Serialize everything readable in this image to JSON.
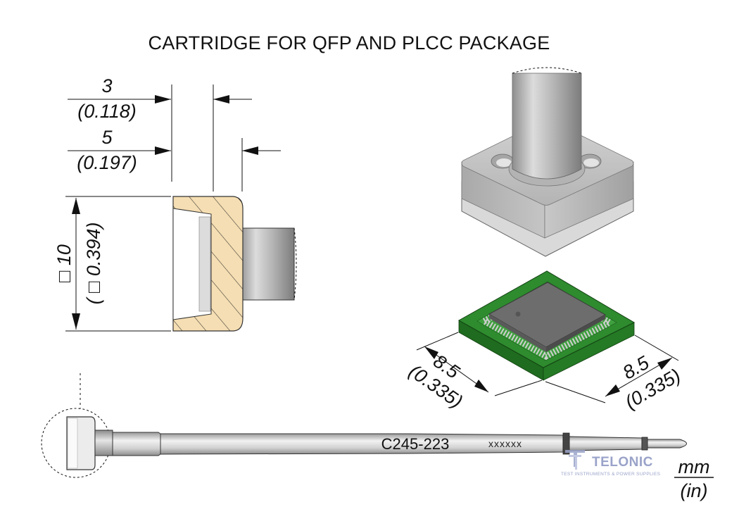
{
  "title": "CARTRIDGE FOR QFP AND PLCC PACKAGE",
  "dimensions": {
    "top1_mm": "3",
    "top1_in": "(0.118)",
    "top2_mm": "5",
    "top2_in": "(0.197)",
    "side_mm": "□ 10",
    "side_in": "( □ 0.394)",
    "pcb_left_mm": "8.5",
    "pcb_left_in": "(0.335)",
    "pcb_right_mm": "8.5",
    "pcb_right_in": "(0.335)"
  },
  "cartridge": {
    "part_number": "C245-223",
    "serial": "xxxxxx"
  },
  "logo": {
    "name": "TELONIC",
    "tagline": "TEST INSTRUMENTS & POWER SUPPLIES"
  },
  "units": {
    "primary": "mm",
    "secondary": "(in)"
  },
  "colors": {
    "section_fill": "#f5deb3",
    "pcb_green": "#2e8b2e",
    "chip_gray": "#6d6d6d",
    "metal_gray": "#b8b8b8",
    "logo_blue": "#9aa3c9"
  }
}
